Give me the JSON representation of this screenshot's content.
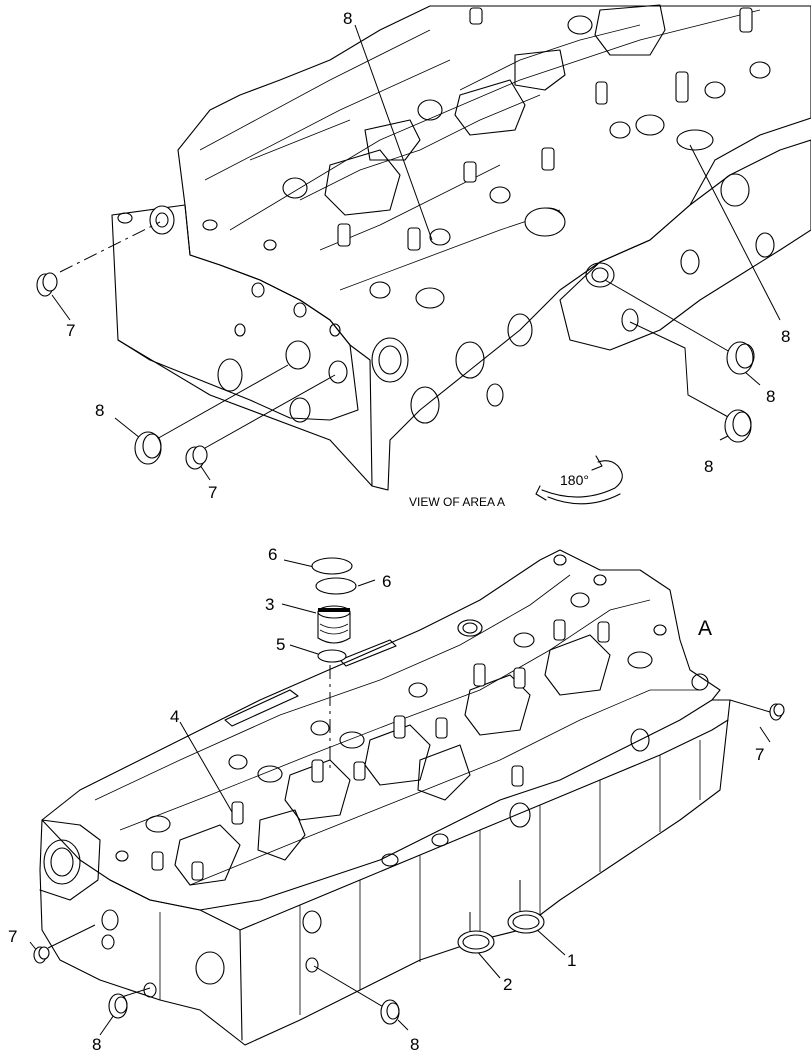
{
  "view_caption": "VIEW OF AREA A",
  "rotation_label": "180°",
  "area_marker": "A",
  "callouts": {
    "c1": "1",
    "c2": "2",
    "c3": "3",
    "c4": "4",
    "c5": "5",
    "c6a": "6",
    "c6b": "6",
    "c7a": "7",
    "c7b": "7",
    "c7c": "7",
    "c7d": "7",
    "c8a": "8",
    "c8b": "8",
    "c8c": "8",
    "c8d": "8",
    "c8e": "8",
    "c8f": "8",
    "c8g": "8"
  }
}
